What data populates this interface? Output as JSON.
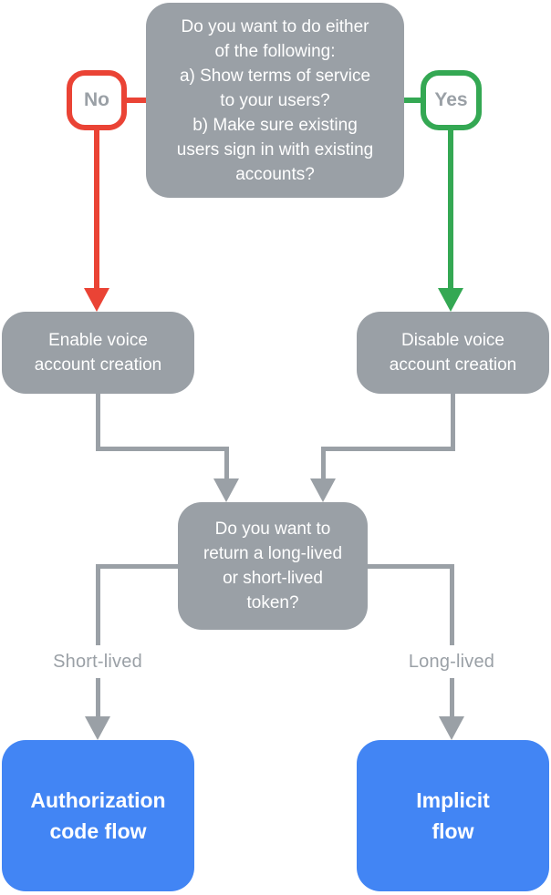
{
  "colors": {
    "gray": "#9aa0a6",
    "red": "#ea4335",
    "green": "#34a853",
    "blue": "#4285f4",
    "label_text": "#9aa0a6",
    "node_text": "#ffffff"
  },
  "nodes": {
    "question1": {
      "lines": [
        "Do you want to do either",
        "of the following:",
        "a) Show terms of service",
        "to your users?",
        "b) Make sure existing",
        "users sign in with existing",
        "accounts?"
      ]
    },
    "enable": {
      "lines": [
        "Enable voice",
        "account creation"
      ]
    },
    "disable": {
      "lines": [
        "Disable voice",
        "account creation"
      ]
    },
    "question2": {
      "lines": [
        "Do you want to",
        "return a long-lived",
        "or short-lived",
        "token?"
      ]
    },
    "auth_code_flow": {
      "lines": [
        "Authorization",
        "code flow"
      ]
    },
    "implicit_flow": {
      "lines": [
        "Implicit",
        "flow"
      ]
    }
  },
  "edge_labels": {
    "no": "No",
    "yes": "Yes",
    "short_lived": "Short-lived",
    "long_lived": "Long-lived"
  }
}
